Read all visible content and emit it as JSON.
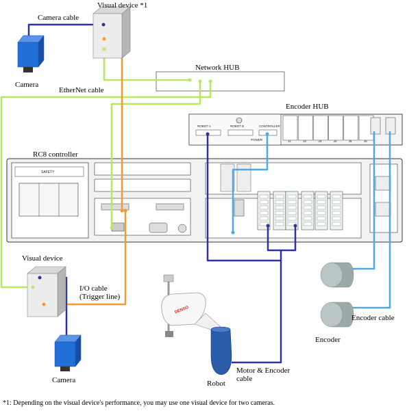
{
  "labels": {
    "camera_cable": "Camera cable",
    "visual_device_1": "Visual device *1",
    "camera_top": "Camera",
    "network_hub": "Network HUB",
    "ethernet_cable": "EtherNet cable",
    "encoder_hub": "Encoder HUB",
    "rc8_controller": "RC8 controller",
    "visual_device_2": "Visual device",
    "io_cable_line1": "I/O cable",
    "io_cable_line2": "(Trigger line)",
    "camera_bottom": "Camera",
    "robot": "Robot",
    "motor_cable_line1": "Motor & Encoder",
    "motor_cable_line2": "cable",
    "encoder": "Encoder",
    "encoder_cable": "Encoder cable",
    "footnote": "*1: Depending on the visual device's performance, you may use one visual device for two cameras."
  },
  "device_markings": {
    "safety": "SAFETY",
    "robot_brand": "DENSO",
    "hub_robot_a": "ROBOT A",
    "hub_robot_b": "ROBOT B",
    "hub_controller": "CONTROLLER",
    "hub_power": "POWER",
    "hub_ports": [
      "J1",
      "J2",
      "J3",
      "J4",
      "J5",
      "J6"
    ]
  },
  "colors": {
    "camera_cable": "#2f2f9e",
    "ethernet_cable": "#b8e85c",
    "io_cable": "#f39a2a",
    "encoder_cable": "#4fa8e6",
    "motor_cable": "#2f2f9e",
    "camera_body": "#1f6fd6",
    "robot_arm": "#2a5caa"
  }
}
